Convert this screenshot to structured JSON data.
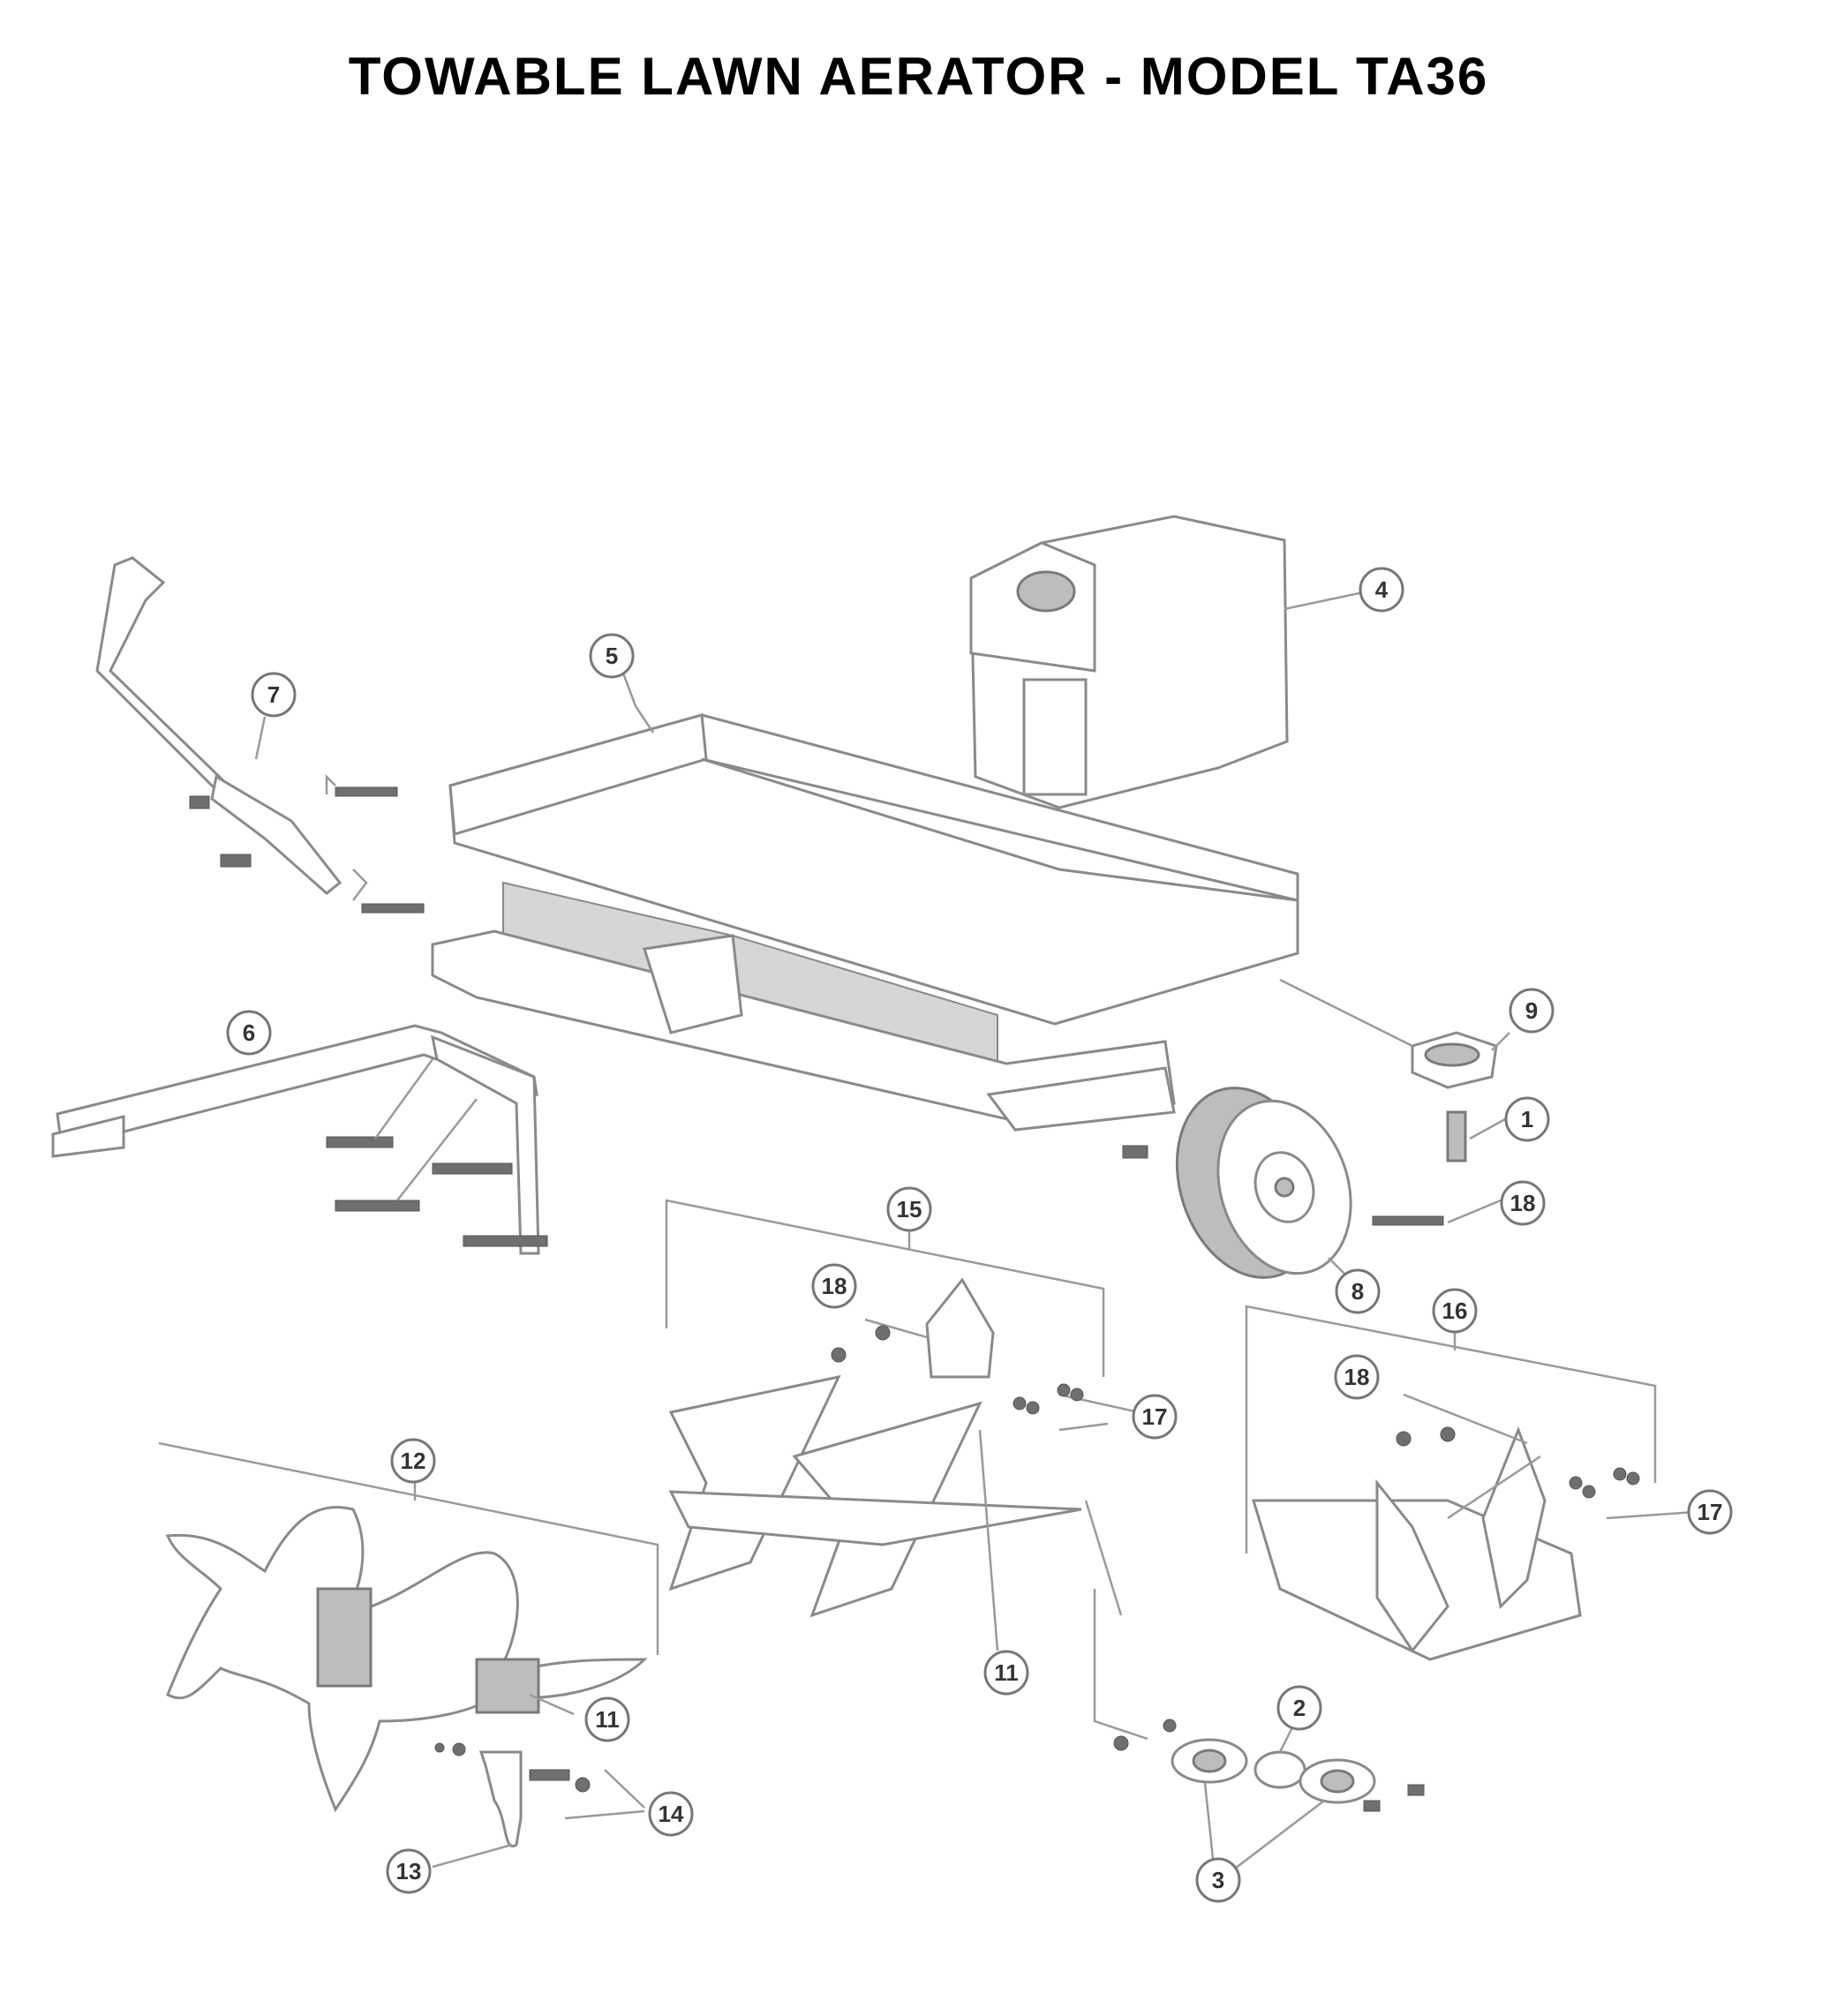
{
  "title": "TOWABLE LAWN AERATOR - MODEL TA36",
  "callouts": {
    "c4": "4",
    "c5": "5",
    "c7": "7",
    "c6": "6",
    "c9": "9",
    "c1": "1",
    "c18a": "18",
    "c8": "8",
    "c15": "15",
    "c18b": "18",
    "c17a": "17",
    "c11a": "11",
    "c16": "16",
    "c18c": "18",
    "c17b": "17",
    "c12": "12",
    "c11b": "11",
    "c14": "14",
    "c13": "13",
    "c2": "2",
    "c3": "3"
  }
}
